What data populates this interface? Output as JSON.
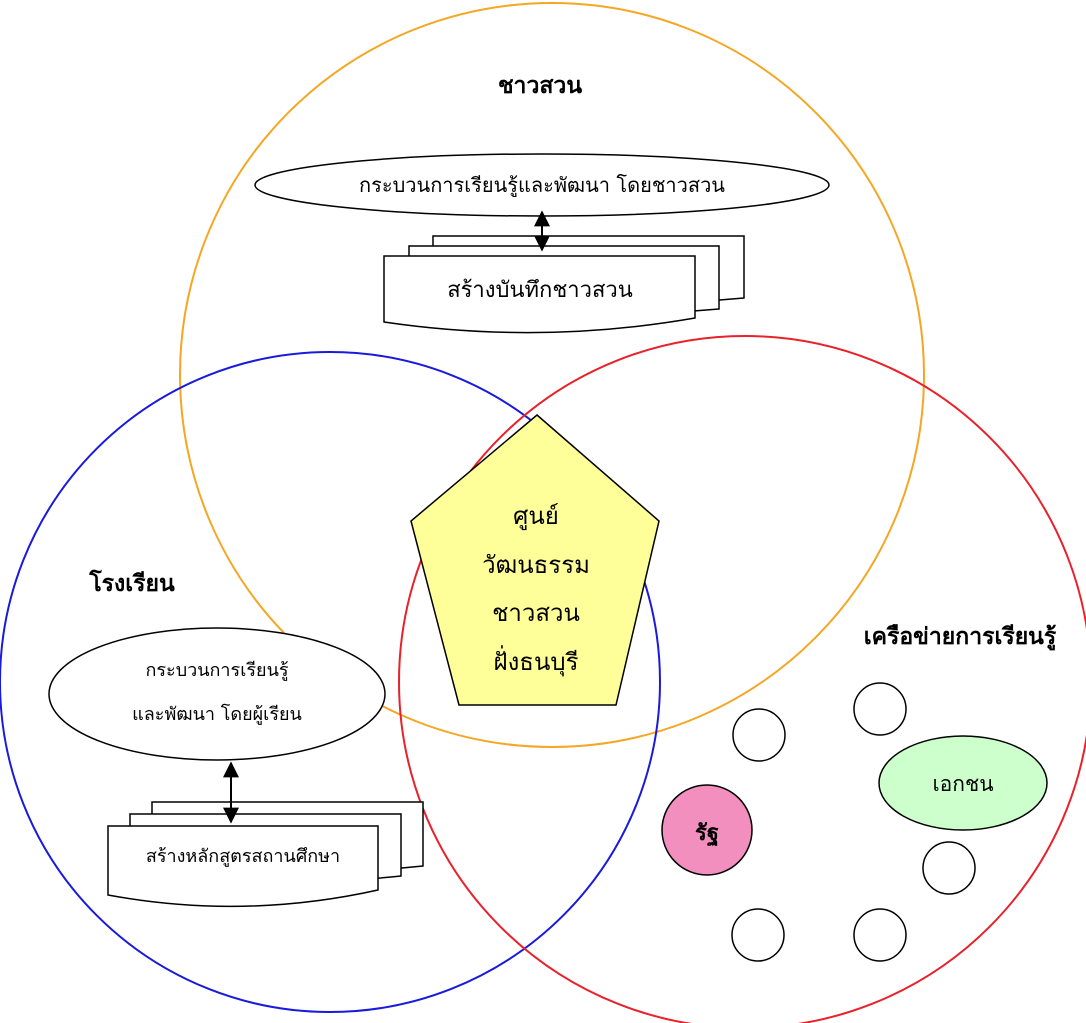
{
  "groups": {
    "farmers": {
      "title": "ชาวสวน",
      "process": "กระบวนการเรียนรู้และพัฒนา โดยชาวสวน",
      "output": "สร้างบันทึกชาวสวน"
    },
    "school": {
      "title": "โรงเรียน",
      "process_line1": "กระบวนการเรียนรู้",
      "process_line2": "และพัฒนา โดยผู้เรียน",
      "output": "สร้างหลักสูตรสถานศึกษา"
    },
    "network": {
      "title": "เครือข่ายการเรียนรู้",
      "state": "รัฐ",
      "private": "เอกชน"
    }
  },
  "center": {
    "line1": "ศูนย์",
    "line2": "วัฒนธรรม",
    "line3": "ชาวสวน",
    "line4": "ฝั่งธนบุรี"
  },
  "colors": {
    "farmers_circle": "#f5a623",
    "school_circle": "#1a1adb",
    "network_circle": "#e8212a",
    "center_fill": "#ffff99",
    "state_fill": "#f28fbf",
    "private_fill": "#ccffcc"
  }
}
